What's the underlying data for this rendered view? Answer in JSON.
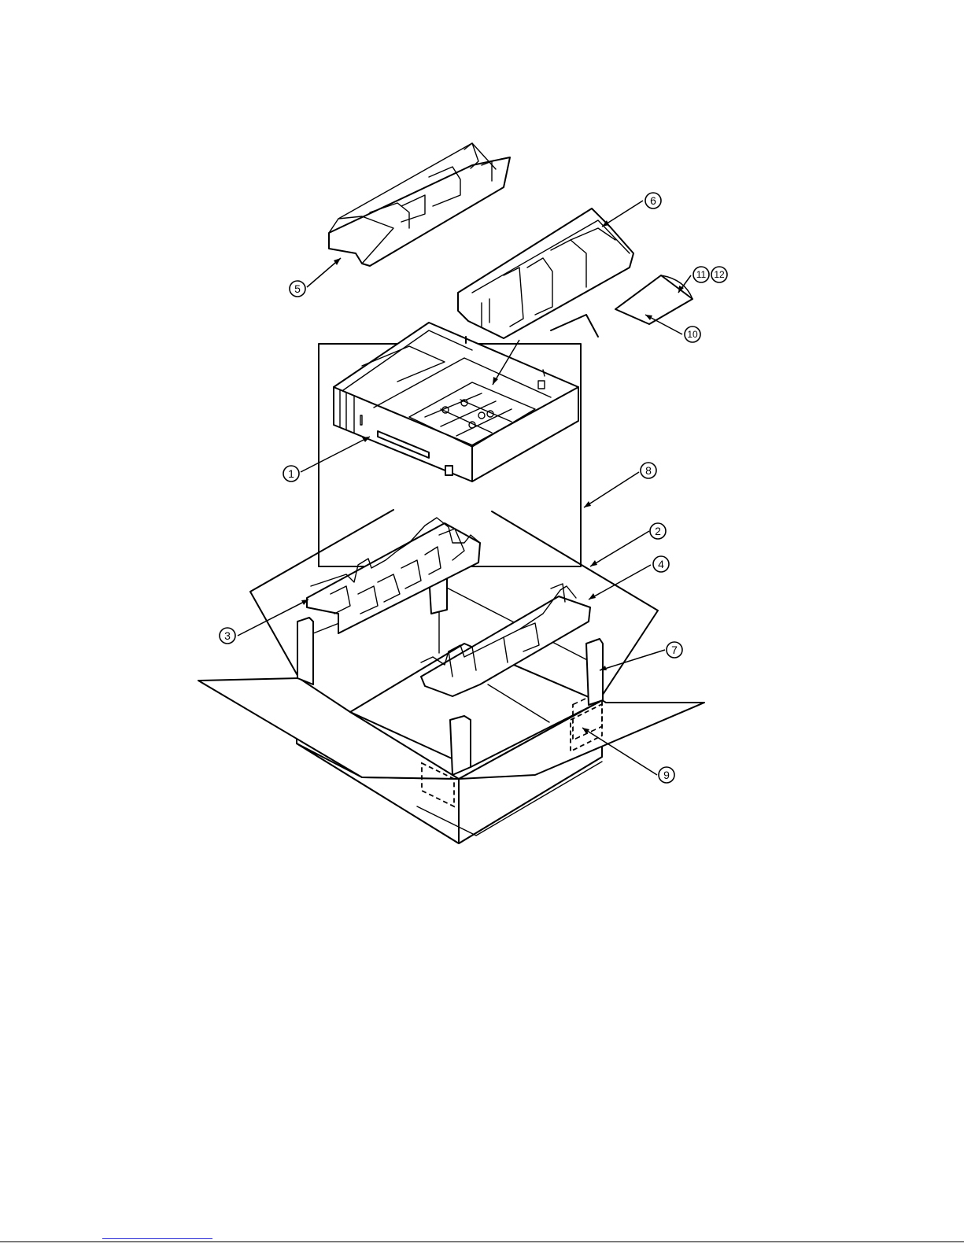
{
  "figure": {
    "callouts": [
      {
        "id": "c1",
        "label": "1"
      },
      {
        "id": "c2",
        "label": "2"
      },
      {
        "id": "c3",
        "label": "3"
      },
      {
        "id": "c4",
        "label": "4"
      },
      {
        "id": "c5",
        "label": "5"
      },
      {
        "id": "c6",
        "label": "6"
      },
      {
        "id": "c7",
        "label": "7"
      },
      {
        "id": "c8",
        "label": "8"
      },
      {
        "id": "c9",
        "label": "9"
      },
      {
        "id": "c10",
        "label": "10"
      },
      {
        "id": "c11",
        "label": "11"
      },
      {
        "id": "c12",
        "label": "12"
      }
    ]
  }
}
